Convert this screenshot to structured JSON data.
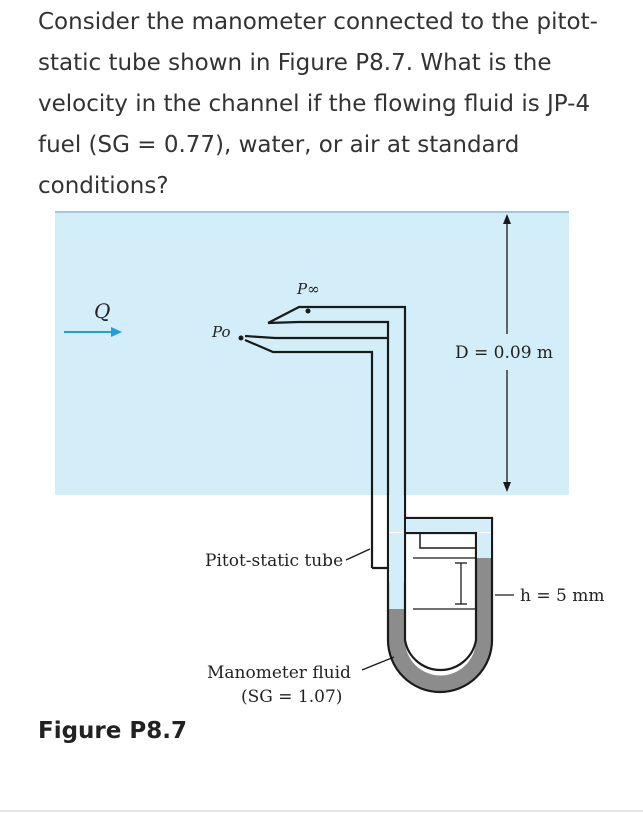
{
  "question": {
    "text": "Consider the manometer connected to the pitot-static tube shown in Figure P8.7. What is the velocity in the channel if the flowing fluid is JP-4 fuel (SG = 0.77), water, or air at standard conditions?"
  },
  "figure": {
    "caption": "Figure P8.7",
    "colors": {
      "channel_fluid": "#d3eef8",
      "manometer_fluid": "#8c8c8c",
      "tube_outline": "#1a1a1a",
      "flow_arrow": "#1ea0e0"
    },
    "labels": {
      "flow": "Q",
      "static_pressure": "P∞",
      "stagnation_pressure": "Po",
      "depth": "D = 0.09 m",
      "height": "h = 5 mm",
      "pitot": "Pitot-static tube",
      "manometer_line1": "Manometer fluid",
      "manometer_line2": "(SG = 1.07)"
    }
  }
}
